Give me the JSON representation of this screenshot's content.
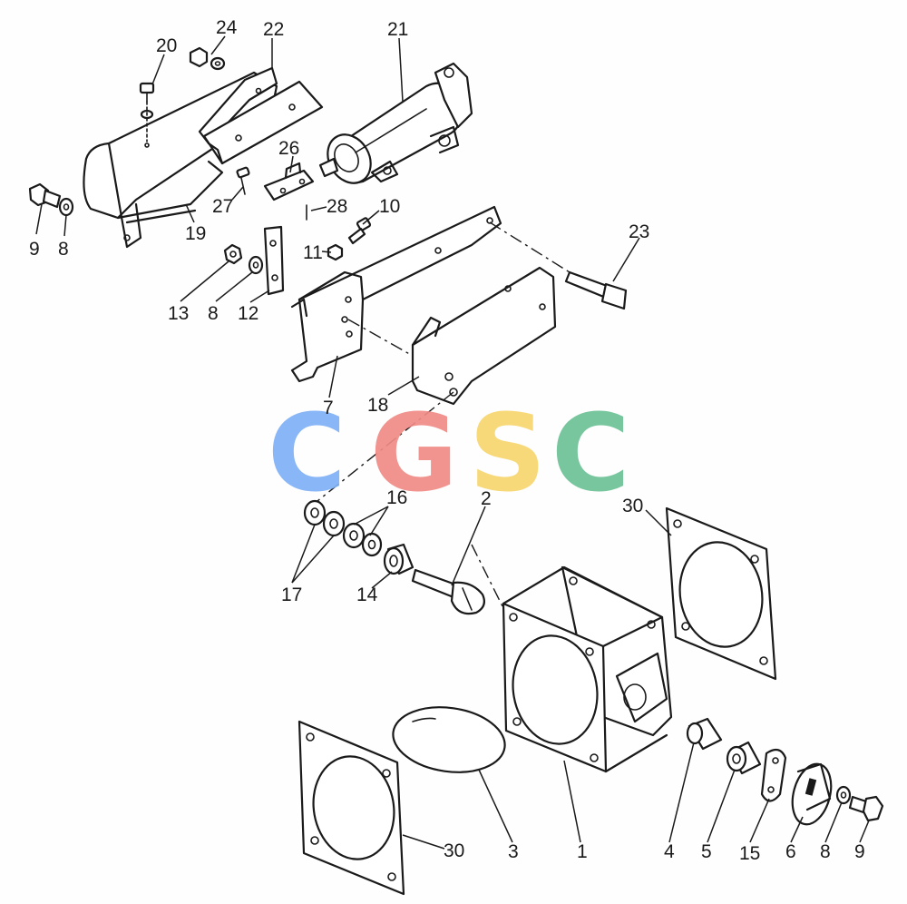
{
  "callouts": {
    "n1": "1",
    "n2": "2",
    "n3": "3",
    "n4": "4",
    "n5": "5",
    "n6": "6",
    "n7": "7",
    "n8a": "8",
    "n8b": "8",
    "n8c": "8",
    "n9a": "9",
    "n9b": "9",
    "n10": "10",
    "n11": "11",
    "n12": "12",
    "n13": "13",
    "n14": "14",
    "n15": "15",
    "n16": "16",
    "n17": "17",
    "n18": "18",
    "n19": "19",
    "n20": "20",
    "n21": "21",
    "n22": "22",
    "n23": "23",
    "n24": "24",
    "n26": "26",
    "n27": "27",
    "n28": "28",
    "n30a": "30",
    "n30b": "30"
  },
  "watermark": {
    "letters": [
      "C",
      "G",
      "S",
      "C"
    ],
    "colors": [
      "#7fb0f6",
      "#f08a85",
      "#f7d66e",
      "#6cc296"
    ]
  }
}
